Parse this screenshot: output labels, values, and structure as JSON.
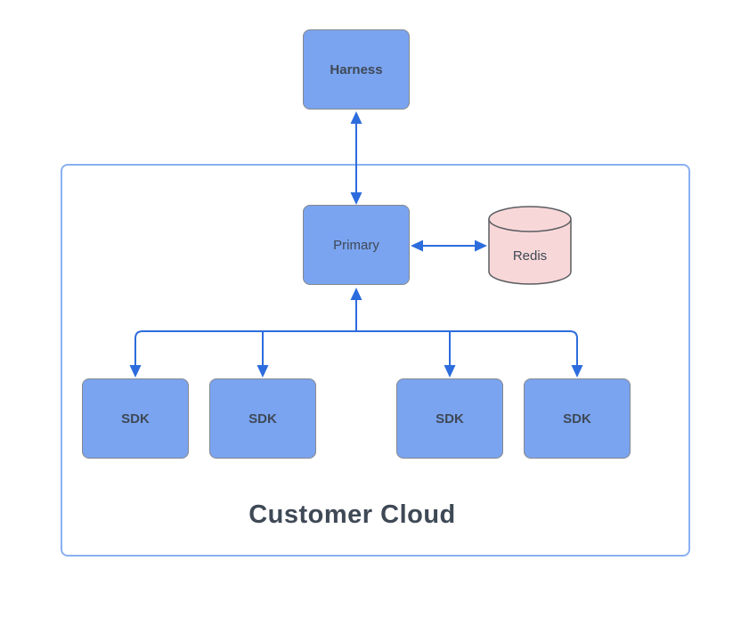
{
  "diagram": {
    "harness_node": {
      "label": "Harness"
    },
    "primary_node": {
      "label": "Primary"
    },
    "cache_node": {
      "label": "Redis"
    },
    "sdk_nodes": [
      {
        "label": "SDK"
      },
      {
        "label": "SDK"
      },
      {
        "label": "SDK"
      },
      {
        "label": "SDK"
      }
    ],
    "container": {
      "label": "Customer Cloud"
    }
  },
  "colors": {
    "node_fill": "#7aa4f0",
    "node_border": "#85888d",
    "cylinder_fill": "#f8d7d8",
    "cylinder_border": "#5a5d62",
    "connector": "#2d6cdd",
    "container_border": "#8ab0f2",
    "text_color": "#3f4956"
  }
}
